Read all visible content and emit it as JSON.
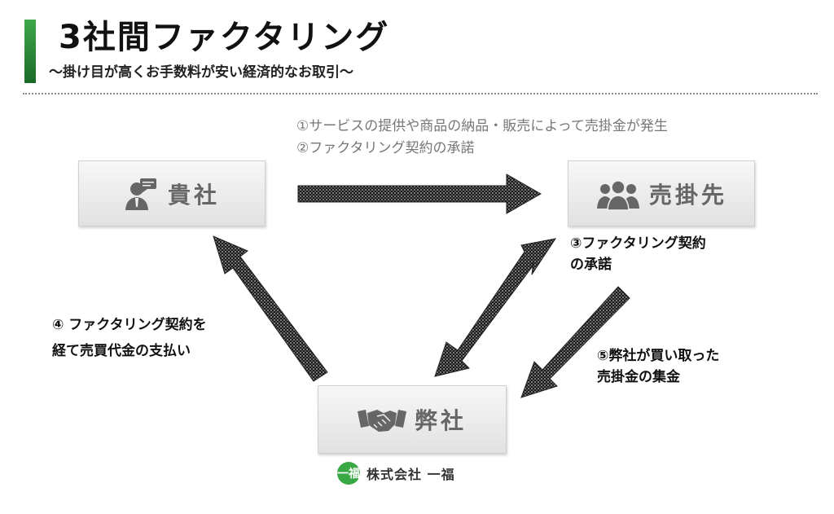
{
  "header": {
    "title": "3社間ファクタリング",
    "subtitle": "〜掛け目が高くお手数料が安い経済的なお取引〜",
    "accent_color": "#2e8b3a"
  },
  "nodes": {
    "client": {
      "label": "貴社",
      "icon": "businessman-speech-icon"
    },
    "debtor": {
      "label": "売掛先",
      "icon": "group-people-icon"
    },
    "company": {
      "label": "弊社",
      "icon": "handshake-icon"
    }
  },
  "steps": {
    "step1": "①サービスの提供や商品の納品・販売によって売掛金が発生",
    "step2": "②ファクタリング契約の承諾",
    "step3_line1": "③ファクタリング契約",
    "step3_line2": "の承諾",
    "step4_line1": "④ ファクタリング契約を",
    "step4_line2": "経て売買代金の支払い",
    "step5_line1": "⑤弊社が買い取った",
    "step5_line2": "売掛金の集金"
  },
  "footer": {
    "logo_mark": "一福",
    "company_name": "株式会社 一福"
  }
}
